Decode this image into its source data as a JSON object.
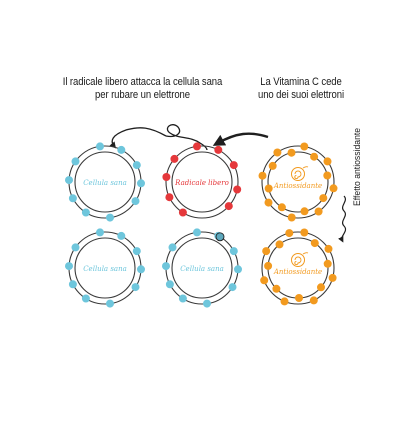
{
  "caption_left": "Il radicale libero attacca la cellula sana\nper rubare un elettrone",
  "caption_right": "La Vitamina C cede\nuno dei suoi elettroni",
  "side_label": "Effetto antiossidante",
  "colors": {
    "ring": "#3a3a3a",
    "healthy": "#6ec6dc",
    "radical": "#e5383b",
    "antioxidant": "#f29a1f",
    "arrow": "#1f1f1f"
  },
  "cells": [
    {
      "id": "healthy-top",
      "label": "Cellula sana",
      "color": "healthy",
      "electrons": 10
    },
    {
      "id": "radical",
      "label": "Radicale libero",
      "color": "radical",
      "electrons": 9
    },
    {
      "id": "antioxidant-top",
      "label": "Antiossidante",
      "color": "antioxidant",
      "electrons": 16
    },
    {
      "id": "healthy-bottom",
      "label": "Cellula sana",
      "color": "healthy",
      "electrons": 10
    },
    {
      "id": "healthy-after",
      "label": "Cellula sana",
      "color": "healthy",
      "electrons": 10
    },
    {
      "id": "antioxidant-bottom",
      "label": "Antiossidante",
      "color": "antioxidant",
      "electrons": 15
    }
  ]
}
